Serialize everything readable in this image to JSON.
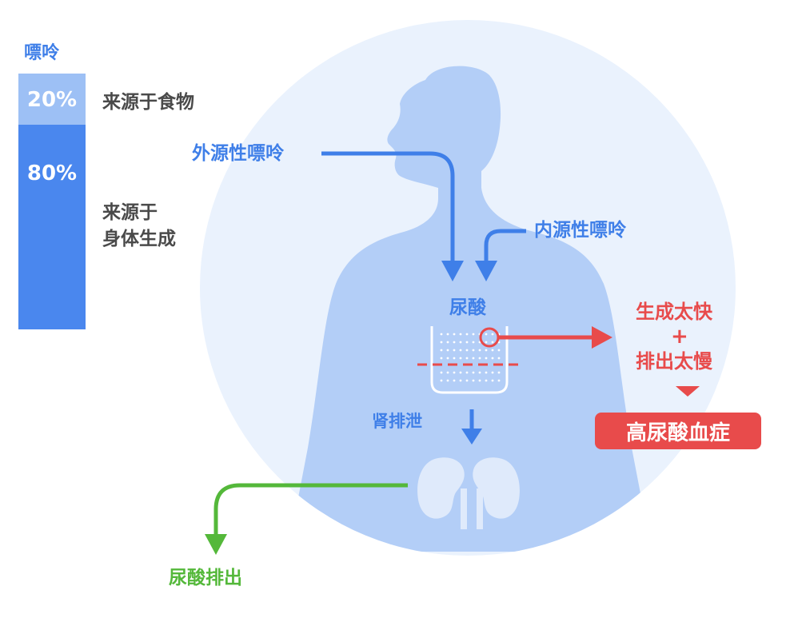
{
  "purine_bar": {
    "title": "嘌呤",
    "segments": [
      {
        "percent": "20%",
        "description": [
          "来源于食物"
        ],
        "share": 0.2
      },
      {
        "percent": "80%",
        "description": [
          "来源于",
          "身体生成"
        ],
        "share": 0.8
      }
    ],
    "colors": {
      "food": "#9dc0f5",
      "body": "#4a87ee"
    }
  },
  "body_diagram": {
    "exogenous_label": "外源性嘌呤",
    "endogenous_label": "内源性嘌呤",
    "uric_acid_label": "尿酸",
    "renal_excretion_label": "肾排泄",
    "uric_acid_excretion_label": "尿酸排出",
    "cause_line1": "生成太快",
    "cause_plus": "+",
    "cause_line2": "排出太慢",
    "result_label": "高尿酸血症"
  },
  "colors": {
    "blue": "#3f7fe8",
    "red": "#e84b4b",
    "green": "#54b83a",
    "circle_bg": "#eaf2fd",
    "silhouette": "#b3cef7"
  },
  "icons": [
    "body-silhouette-icon",
    "uric-acid-container-icon",
    "kidneys-icon",
    "arrow-icon"
  ]
}
